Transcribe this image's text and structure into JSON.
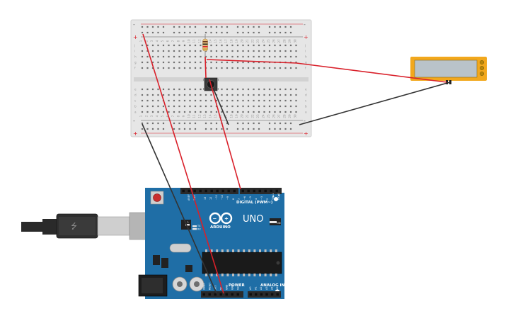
{
  "breadboard": {
    "rail_plus": "+",
    "rail_minus": "-",
    "row_letters_top": [
      "j",
      "i",
      "h",
      "g",
      "f"
    ],
    "row_letters_bottom": [
      "e",
      "d",
      "c",
      "b",
      "a"
    ],
    "column_numbers": [
      "1",
      "2",
      "3",
      "4",
      "5",
      "6",
      "7",
      "8",
      "9",
      "10",
      "11",
      "12",
      "13",
      "14",
      "15",
      "16",
      "17",
      "18",
      "19",
      "20",
      "21",
      "22",
      "23",
      "24",
      "25",
      "26",
      "27",
      "28",
      "29",
      "30"
    ]
  },
  "arduino": {
    "brand": "ARDUINO",
    "model": "UNO",
    "digital_label": "DIGITAL (PWM~)",
    "power_label": "POWER",
    "analog_label": "ANALOG IN",
    "on_label": "ON",
    "aref_label": "AREF",
    "gnd_label": "GND",
    "tx_label": "TX",
    "rx_label": "RX",
    "l_label": "L",
    "digital_pins": [
      "13",
      "12",
      "~11",
      "~10",
      "~9",
      "8",
      "7",
      "~6",
      "~5",
      "4",
      "~3",
      "2",
      "TX▶1",
      "RX◀0"
    ],
    "power_pins": [
      "IOREF",
      "RESET",
      "3V3",
      "5V",
      "GND",
      "GND",
      "Vin"
    ],
    "analog_pins": [
      "A0",
      "A1",
      "A2",
      "A3",
      "A4",
      "A5"
    ]
  },
  "wire_colors": {
    "red": "#d9202a",
    "black": "#333333"
  },
  "colors": {
    "board_blue": "#1f6ea6",
    "lcd_frame": "#f2a81d",
    "lcd_screen": "#b9c3c9"
  }
}
